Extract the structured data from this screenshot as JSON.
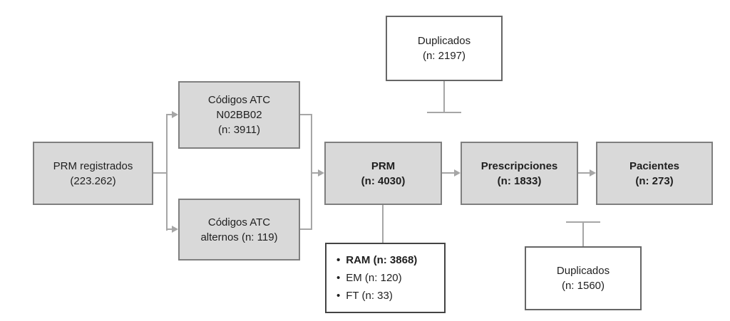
{
  "diagram": {
    "bullet": "•",
    "boxes": {
      "prm_registrados": {
        "line1": "PRM registrados",
        "line2": "(223.262)"
      },
      "codigos_atc_principal": {
        "line1": "Códigos ATC",
        "line2": "N02BB02",
        "line3": "(n: 3911)"
      },
      "codigos_atc_alternos": {
        "line1": "Códigos ATC",
        "line2": "alternos (n: 119)"
      },
      "prm": {
        "line1": "PRM",
        "line2": "(n: 4030)"
      },
      "duplicados_superior": {
        "line1": "Duplicados",
        "line2": "(n: 2197)"
      },
      "prescripciones": {
        "line1": "Prescripciones",
        "line2": "(n: 1833)"
      },
      "pacientes": {
        "line1": "Pacientes",
        "line2": "(n: 273)"
      },
      "duplicados_inferior": {
        "line1": "Duplicados",
        "line2": "(n: 1560)"
      },
      "clasificacion": {
        "items": [
          "RAM (n: 3868)",
          "EM (n: 120)",
          "FT (n: 33)"
        ]
      }
    },
    "colors": {
      "box_fill": "#d9d9d9",
      "box_border": "#7f7f7f",
      "white_box_border": "#666666",
      "list_box_border": "#444444",
      "connector": "#a6a6a6"
    }
  }
}
